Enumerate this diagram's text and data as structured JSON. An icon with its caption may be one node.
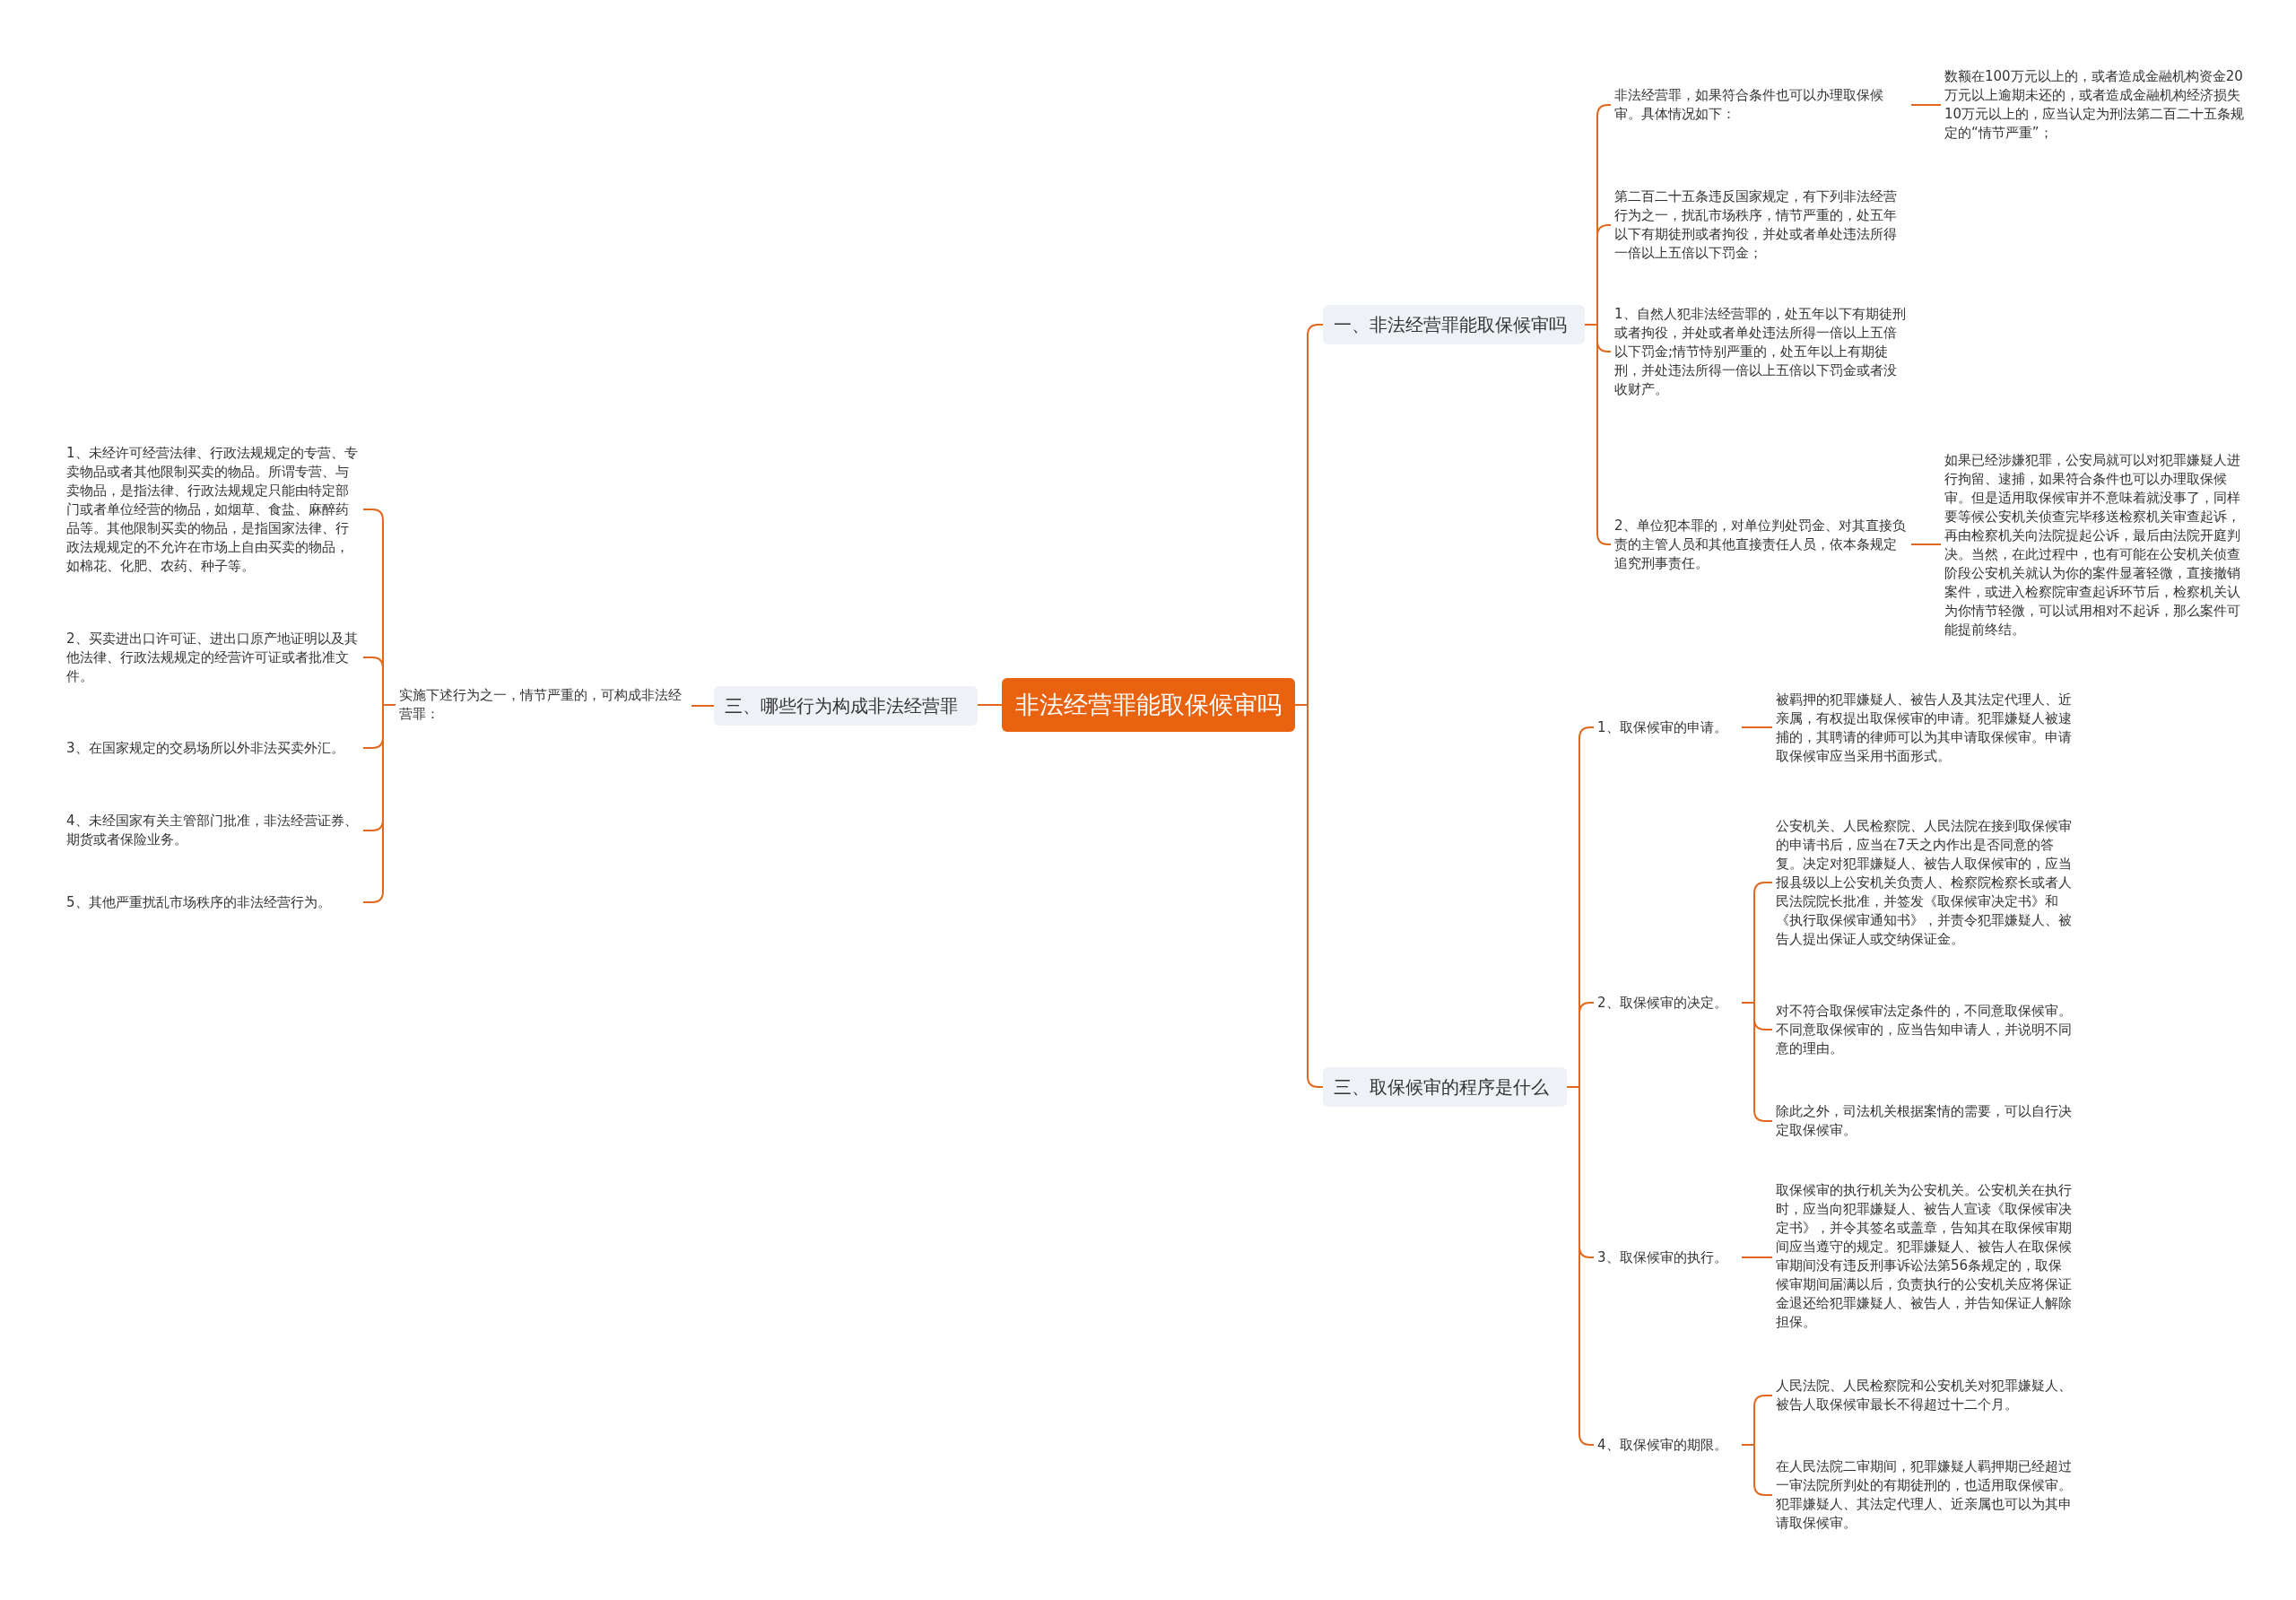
{
  "diagram": {
    "nodes": [
      {
        "text": [
          "非法经营罪能取保候审吗"
        ]
      },
      {
        "text": [
          "一、非法经营罪能取保候审吗"
        ]
      },
      {
        "text": [
          "三、取保候审的程序是什么"
        ]
      },
      {
        "text": [
          "三、哪些行为构成非法经营罪"
        ]
      },
      {
        "text": [
          "非法经营罪，如果符合条件也可以办理取保候审。具体情况如下："
        ]
      },
      {
        "text": [
          "数额在100万元以上的，或者造成金融机构资金20万元以上逾期未还的，或者造成金融机构经济损失10万元以上的，应当认定为刑法第二百二十五条规定的“情节严重”；"
        ]
      },
      {
        "text": [
          "第二百二十五条违反国家规定，有下列非法经营行为之一，扰乱市场秩序，情节严重的，处五年以下有期徒刑或者拘役，并处或者单处违法所得一倍以上五倍以下罚金；"
        ]
      },
      {
        "text": [
          "1、自然人犯非法经营罪的，处五年以下有期徒刑或者拘役，并处或者单处违法所得一倍以上五倍以下罚金;情节恃别严重的，处五年以上有期徒刑，并处违法所得一倍以上五倍以下罚金或者没收财产。"
        ]
      },
      {
        "text": [
          "2、单位犯本罪的，对单位判处罚金、对其直接负责的主管人员和其他直接责任人员，依本条规定追究刑事责任。"
        ]
      },
      {
        "text": [
          "如果已经涉嫌犯罪，公安局就可以对犯罪嫌疑人进行拘留、逮捕，如果符合条件也可以办理取保候审。但是适用取保候审并不意味着就没事了，同样要等候公安机关侦查完毕移送检察机关审查起诉，再由检察机关向法院提起公诉，最后由法院开庭判决。当然，在此过程中，也有可能在公安机关侦查阶段公安机关就认为你的案件显著轻微，直接撤销案件，或进入检察院审查起诉环节后，检察机关认为你情节轻微，可以试用相对不起诉，那么案件可能提前终结。"
        ]
      },
      {
        "text": [
          "1、取保候审的申请。"
        ]
      },
      {
        "text": [
          "被羁押的犯罪嫌疑人、被告人及其法定代理人、近亲属，有权提出取保候审的申请。犯罪嫌疑人被逮捕的，其聘请的律师可以为其申请取保候审。申请取保候审应当采用书面形式。"
        ]
      },
      {
        "text": [
          "2、取保候审的决定。"
        ]
      },
      {
        "text": [
          "公安机关、人民检察院、人民法院在接到取保候审的申请书后，应当在7天之内作出是否同意的答复。决定对犯罪嫌疑人、被告人取保候审的，应当报县级以上公安机关负责人、检察院检察长或者人民法院院长批准，并签发《取保候审决定书》和《执行取保候审通知书》，并责令犯罪嫌疑人、被告人提出保证人或交纳保证金。"
        ]
      },
      {
        "text": [
          "对不符合取保候审法定条件的，不同意取保候审。不同意取保候审的，应当告知申请人，并说明不同意的理由。"
        ]
      },
      {
        "text": [
          "除此之外，司法机关根据案情的需要，可以自行决定取保候审。"
        ]
      },
      {
        "text": [
          "3、取保候审的执行。"
        ]
      },
      {
        "text": [
          "取保候审的执行机关为公安机关。公安机关在执行时，应当向犯罪嫌疑人、被告人宣读《取保候审决定书》，并令其签名或盖章，告知其在取保候审期间应当遵守的规定。犯罪嫌疑人、被告人在取保候审期间没有违反刑事诉讼法第56条规定的，取保候审期间届满以后，负责执行的公安机关应将保证金退还给犯罪嫌疑人、被告人，并告知保证人解除担保。"
        ]
      },
      {
        "text": [
          "4、取保候审的期限。"
        ]
      },
      {
        "text": [
          "人民法院、人民检察院和公安机关对犯罪嫌疑人、被告人取保候审最长不得超过十二个月。"
        ]
      },
      {
        "text": [
          "在人民法院二审期间，犯罪嫌疑人羁押期已经超过一审法院所判处的有期徒刑的，也适用取保候审。犯罪嫌疑人、其法定代理人、近亲属也可以为其申请取保候审。"
        ]
      },
      {
        "text": [
          "实施下述行为之一，情节严重的，可构成非法经营罪："
        ]
      },
      {
        "text": [
          "1、未经许可经营法律、行政法规规定的专营、专卖物品或者其他限制买卖的物品。所谓专营、与卖物品，是指法律、行政法规规定只能由特定部门或者单位经营的物品，如烟草、食盐、麻醉药品等。其他限制买卖的物品，是指国家法律、行政法规规定的不允许在市场上自由买卖的物品，如棉花、化肥、农药、种子等。"
        ]
      },
      {
        "text": [
          "2、买卖进出口许可证、进出口原产地证明以及其他法律、行政法规规定的经营许可证或者批准文件。"
        ]
      },
      {
        "text": [
          "3、在国家规定的交易场所以外非法买卖外汇。"
        ]
      },
      {
        "text": [
          "4、未经国家有关主管部门批准，非法经营证券、期货或者保险业务。"
        ]
      },
      {
        "text": [
          "5、其他严重扰乱市场秩序的非法经营行为。"
        ]
      }
    ],
    "edges": [
      {
        "from": 0,
        "to": 1,
        "arrow": "none"
      },
      {
        "from": 0,
        "to": 2,
        "arrow": "none"
      },
      {
        "from": 0,
        "to": 3,
        "arrow": "none"
      },
      {
        "from": 1,
        "to": 4,
        "arrow": "none"
      },
      {
        "from": 4,
        "to": 5,
        "arrow": "none"
      },
      {
        "from": 1,
        "to": 6,
        "arrow": "none"
      },
      {
        "from": 1,
        "to": 7,
        "arrow": "none"
      },
      {
        "from": 1,
        "to": 8,
        "arrow": "none"
      },
      {
        "from": 8,
        "to": 9,
        "arrow": "none"
      },
      {
        "from": 2,
        "to": 10,
        "arrow": "none"
      },
      {
        "from": 10,
        "to": 11,
        "arrow": "none"
      },
      {
        "from": 2,
        "to": 12,
        "arrow": "none"
      },
      {
        "from": 12,
        "to": 13,
        "arrow": "none"
      },
      {
        "from": 12,
        "to": 14,
        "arrow": "none"
      },
      {
        "from": 12,
        "to": 15,
        "arrow": "none"
      },
      {
        "from": 2,
        "to": 16,
        "arrow": "none"
      },
      {
        "from": 16,
        "to": 17,
        "arrow": "none"
      },
      {
        "from": 2,
        "to": 18,
        "arrow": "none"
      },
      {
        "from": 18,
        "to": 19,
        "arrow": "none"
      },
      {
        "from": 18,
        "to": 20,
        "arrow": "none"
      },
      {
        "from": 3,
        "to": 21,
        "arrow": "none"
      },
      {
        "from": 21,
        "to": 22,
        "arrow": "none"
      },
      {
        "from": 21,
        "to": 23,
        "arrow": "none"
      },
      {
        "from": 21,
        "to": 24,
        "arrow": "none"
      },
      {
        "from": 21,
        "to": 25,
        "arrow": "none"
      },
      {
        "from": 21,
        "to": 26,
        "arrow": "none"
      }
    ]
  }
}
